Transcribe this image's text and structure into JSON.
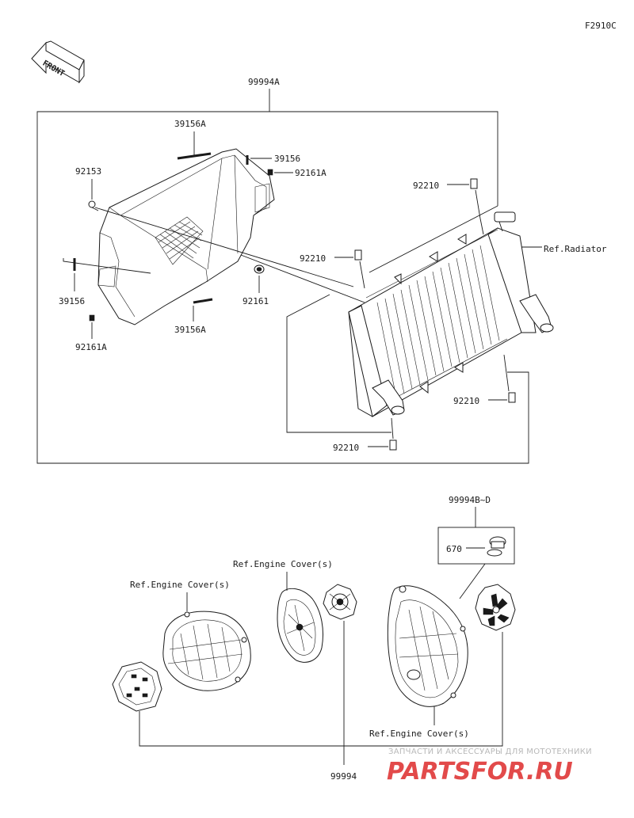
{
  "figure_code": "F2910C",
  "front_label": "FRONT",
  "labels": {
    "kit_main": "99994A",
    "p39156A_top": "39156A",
    "p39156_top": "39156",
    "p92161A_top": "92161A",
    "p92153": "92153",
    "p92210_1": "92210",
    "ref_radiator": "Ref.Radiator",
    "p92210_2": "92210",
    "p39156_left": "39156",
    "p92161": "92161",
    "p39156A_bottom": "39156A",
    "p92161A_bottom": "92161A",
    "p92210_3": "92210",
    "p92210_4": "92210",
    "kit_bd": "99994B~D",
    "p670": "670",
    "ref_engine_cover_1": "Ref.Engine Cover(s)",
    "ref_engine_cover_2": "Ref.Engine Cover(s)",
    "ref_engine_cover_3": "Ref.Engine Cover(s)",
    "kit_99994": "99994"
  },
  "watermark": {
    "tagline": "ЗАПЧАСТИ И АКСЕССУАРЫ ДЛЯ МОТОТЕХНИКИ",
    "brand": "PARTSFOR.RU"
  }
}
